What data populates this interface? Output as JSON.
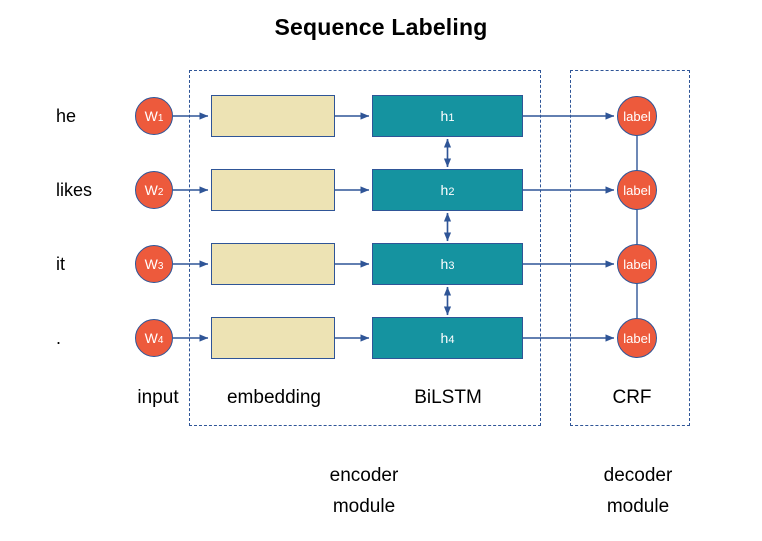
{
  "title": "Sequence Labeling",
  "colors": {
    "circle_fill": "#ED5A3C",
    "circle_stroke": "#2F5597",
    "embedding_fill": "#EDE3B4",
    "bilstm_fill": "#1593A0",
    "arrow": "#2F5597",
    "dashed_border": "#2F5597",
    "background": "#FFFFFF",
    "text": "#000000"
  },
  "rows": [
    {
      "word": "he",
      "token": "W",
      "token_index": "1",
      "hidden": "h",
      "hidden_index": "1",
      "label": "label"
    },
    {
      "word": "likes",
      "token": "W",
      "token_index": "2",
      "hidden": "h",
      "hidden_index": "2",
      "label": "label"
    },
    {
      "word": "it",
      "token": "W",
      "token_index": "3",
      "hidden": "h",
      "hidden_index": "3",
      "label": "label"
    },
    {
      "word": ".",
      "token": "W",
      "token_index": "4",
      "hidden": "h",
      "hidden_index": "4",
      "label": "label"
    }
  ],
  "column_captions": {
    "input": "input",
    "embedding": "embedding",
    "bilstm": "BiLSTM",
    "crf": "CRF"
  },
  "module_captions": {
    "encoder_line1": "encoder",
    "encoder_line2": "module",
    "decoder_line1": "decoder",
    "decoder_line2": "module"
  }
}
